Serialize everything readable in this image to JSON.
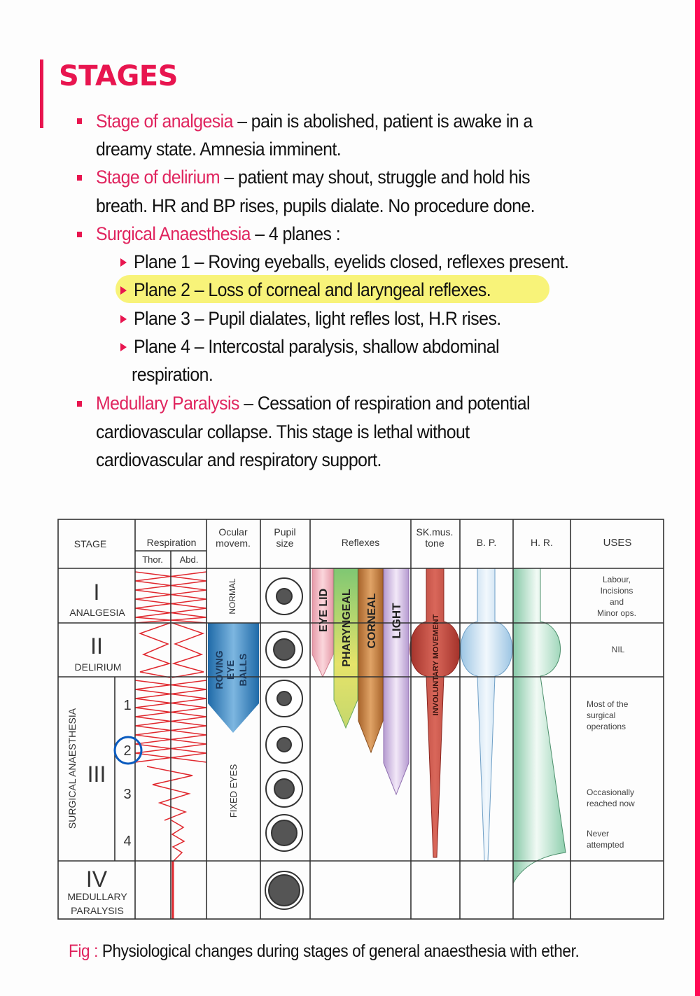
{
  "heading": "STAGES",
  "colors": {
    "accent": "#e8154f",
    "highlight": "#f7f26a",
    "ring": "#0a5bbf"
  },
  "bullets": [
    {
      "term": "Stage of analgesia",
      "lines": [
        " – pain is abolished, patient is awake in a",
        "dreamy state. Amnesia imminent."
      ]
    },
    {
      "term": "Stage of delirium",
      "lines": [
        " – patient may shout, struggle and hold his",
        "breath. HR and BP rises, pupils dialate. No procedure done."
      ]
    },
    {
      "term": "Surgical Anaesthesia",
      "lines": [
        " – 4 planes :"
      ]
    },
    {
      "term": "Medullary Paralysis",
      "lines": [
        " – Cessation of respiration and potential",
        "cardiovascular collapse. This stage is lethal without",
        "cardiovascular and respiratory support."
      ]
    }
  ],
  "planes": [
    {
      "text": "Plane 1 – Roving eyeballs, eyelids closed, reflexes present.",
      "highlighted": false
    },
    {
      "text": "Plane 2 – Loss of corneal and laryngeal reflexes.",
      "highlighted": true
    },
    {
      "text": "Plane 3 – Pupil dialates, light refles lost, H.R rises.",
      "highlighted": false
    },
    {
      "text": "Plane 4 – Intercostal paralysis, shallow abdominal",
      "highlighted": false,
      "cont": "respiration."
    }
  ],
  "figure": {
    "headers": {
      "stage": "STAGE",
      "respiration": "Respiration",
      "thor": "Thor.",
      "abd": "Abd.",
      "ocular1": "Ocular",
      "ocular2": "movem.",
      "pupil1": "Pupil",
      "pupil2": "size",
      "reflexes": "Reflexes",
      "skmus1": "SK.mus.",
      "skmus2": "tone",
      "bp": "B. P.",
      "hr": "H. R.",
      "uses": "USES"
    },
    "stages": [
      {
        "numeral": "I",
        "name": "ANALGESIA"
      },
      {
        "numeral": "II",
        "name": "DELIRIUM"
      },
      {
        "numeral": "III",
        "name": "SURGICAL ANAESTHESIA",
        "planes": [
          "1",
          "2",
          "3",
          "4"
        ],
        "circled_plane": "2"
      },
      {
        "numeral": "IV",
        "name1": "MEDULLARY",
        "name2": "PARALYSIS"
      }
    ],
    "ocular": {
      "normal": "NORMAL",
      "roving1": "ROVING",
      "roving2": "EYE",
      "roving3": "BALLS",
      "fixed": "FIXED EYES"
    },
    "reflexes": [
      "EYE LID",
      "PHARYNGEAL",
      "CORNEAL",
      "LIGHT"
    ],
    "sk_mus": "INVOLUNTARY  MOVEMENT",
    "uses": {
      "analgesia": [
        "Labour,",
        "Incisions",
        "and",
        "Minor ops."
      ],
      "delirium": [
        "NIL"
      ],
      "plane1_2": [
        "Most of the",
        "surgical",
        "operations"
      ],
      "plane3": [
        "Occasionally",
        "reached now"
      ],
      "plane4": [
        "Never",
        "attempted"
      ]
    }
  },
  "caption": {
    "label": "Fig :",
    "text": " Physiological changes during stages of general anaesthesia with ether."
  }
}
